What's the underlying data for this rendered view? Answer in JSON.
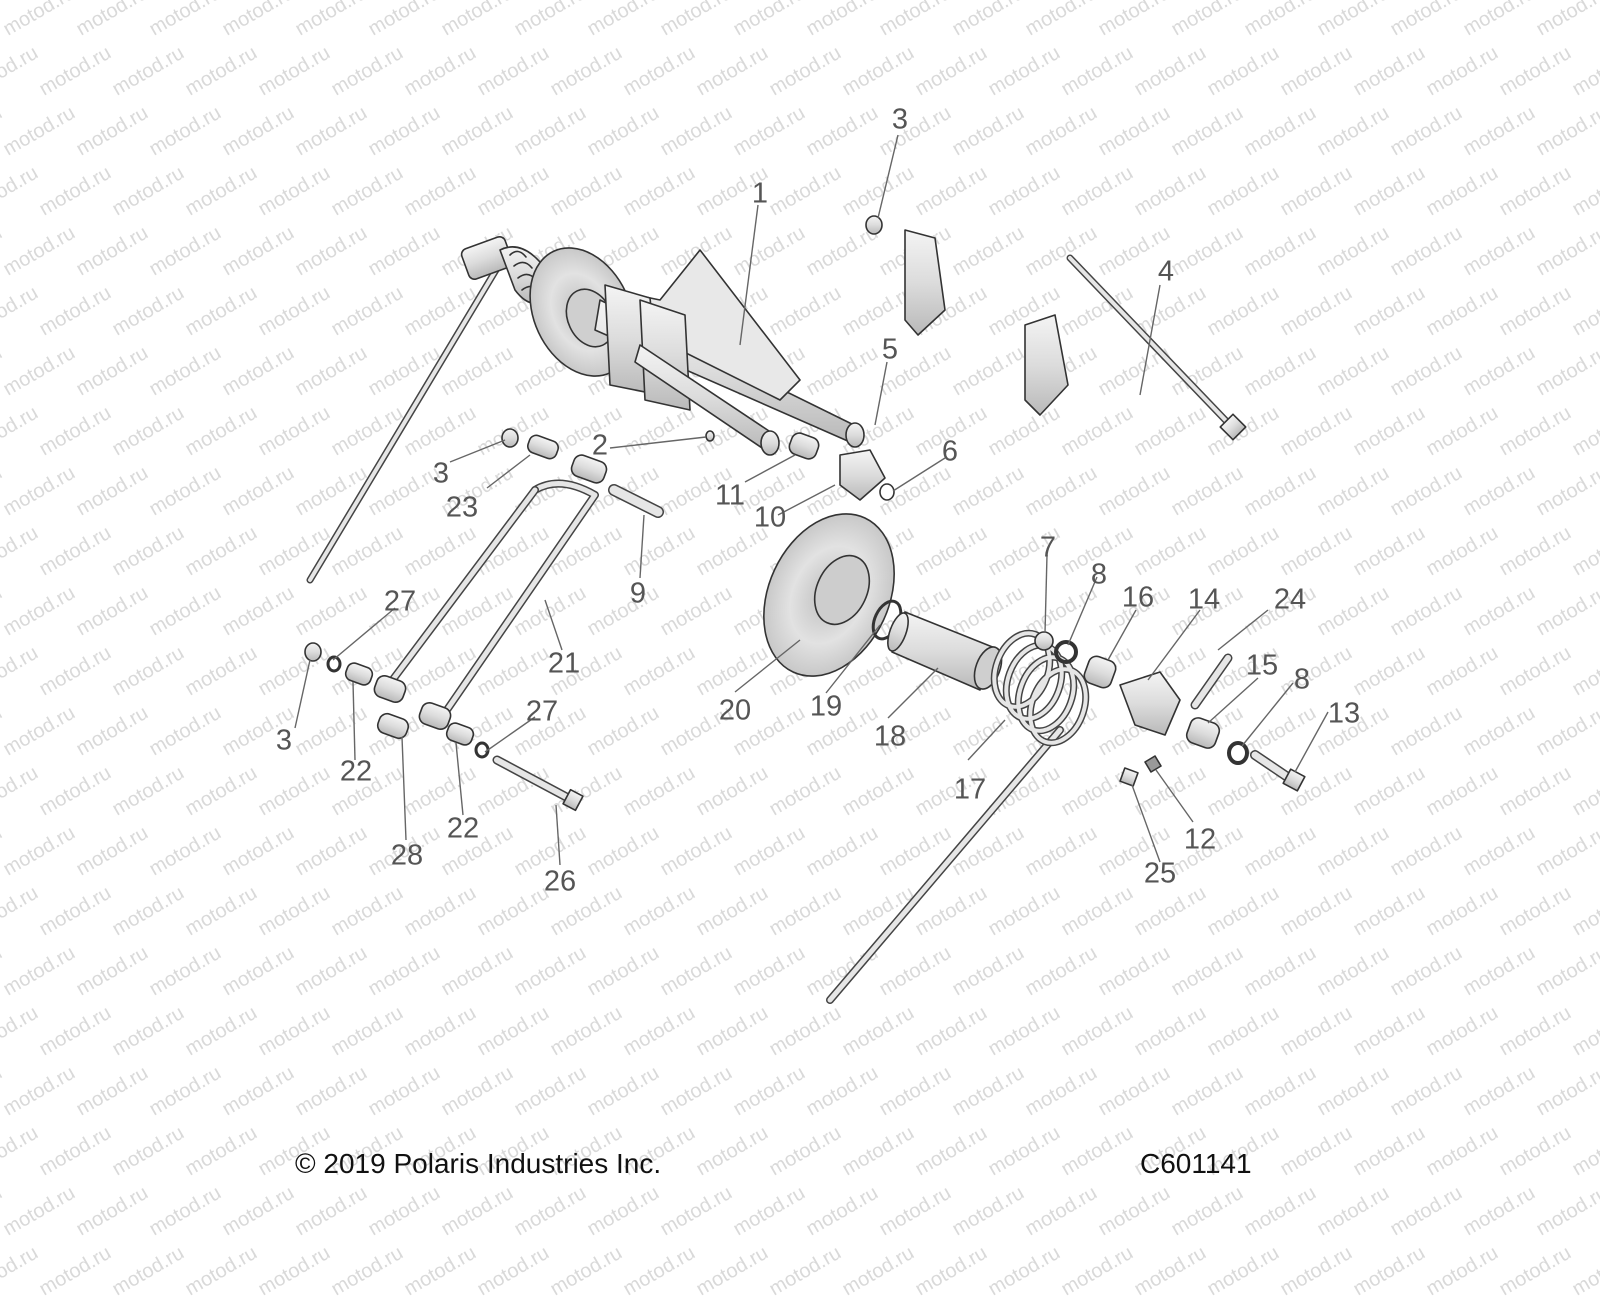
{
  "watermark": "motod.ru",
  "copyright": "© 2019 Polaris Industries Inc.",
  "figure_code": "C601141",
  "callout_color": "#555555",
  "callouts": [
    "1",
    "2",
    "3",
    "3",
    "3",
    "4",
    "5",
    "6",
    "7",
    "8",
    "8",
    "9",
    "10",
    "11",
    "12",
    "13",
    "14",
    "15",
    "16",
    "17",
    "18",
    "19",
    "20",
    "21",
    "22",
    "22",
    "23",
    "24",
    "25",
    "26",
    "27",
    "27",
    "28"
  ]
}
